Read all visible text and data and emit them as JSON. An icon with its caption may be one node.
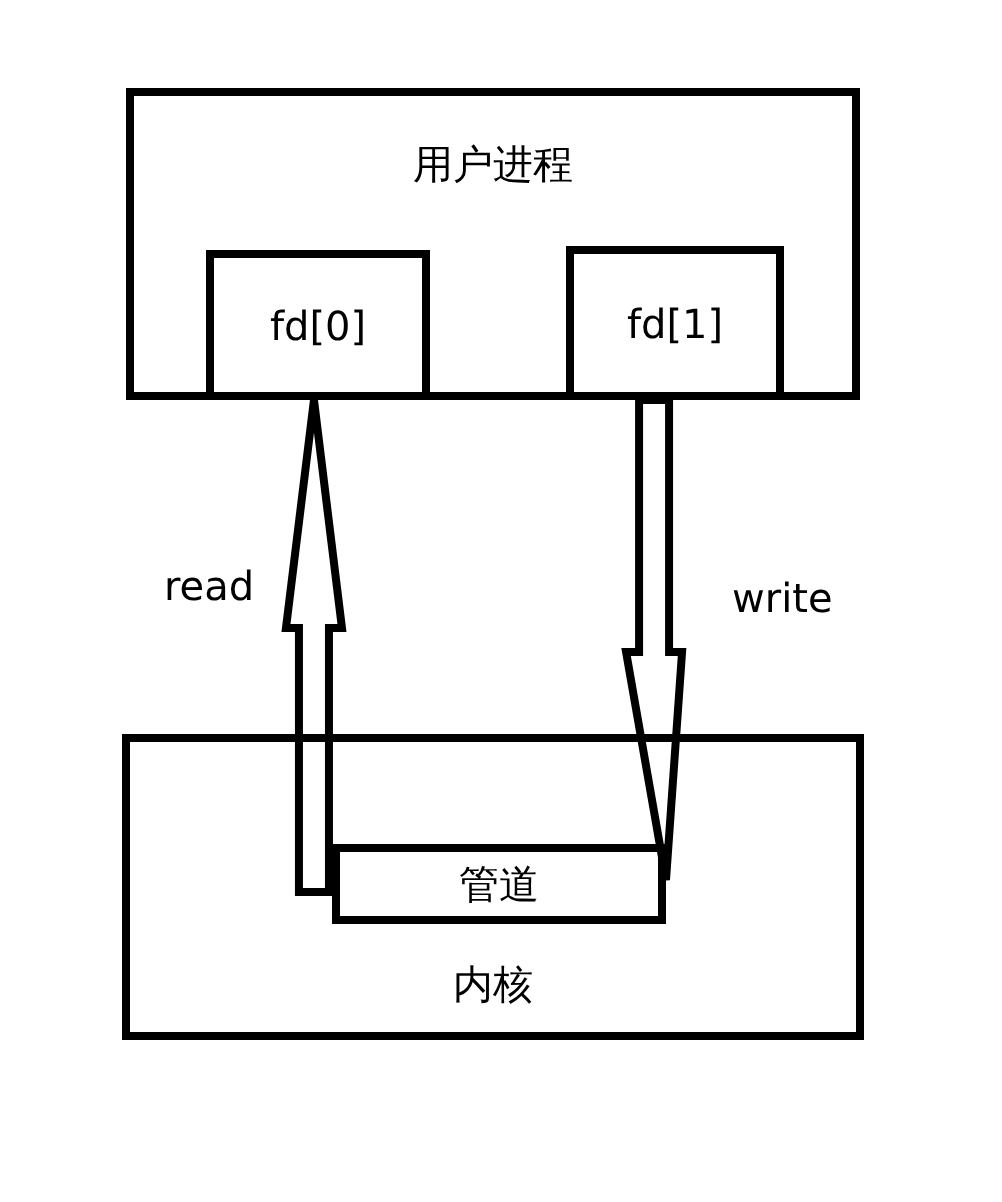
{
  "diagram": {
    "nodes": [
      {
        "text": [
          "用户进程"
        ]
      },
      {
        "text": [
          "fd[0]"
        ],
        "in": 0
      },
      {
        "text": [
          "fd[1]"
        ],
        "in": 0
      },
      {
        "text": [
          "内核"
        ]
      },
      {
        "text": [
          "管道"
        ],
        "in": 3
      }
    ],
    "edges": [
      {
        "from": 4,
        "to": 1,
        "arrow": "to",
        "label": "read",
        "style": "thick"
      },
      {
        "from": 2,
        "to": 4,
        "arrow": "to",
        "label": "write",
        "style": "thick"
      }
    ]
  }
}
